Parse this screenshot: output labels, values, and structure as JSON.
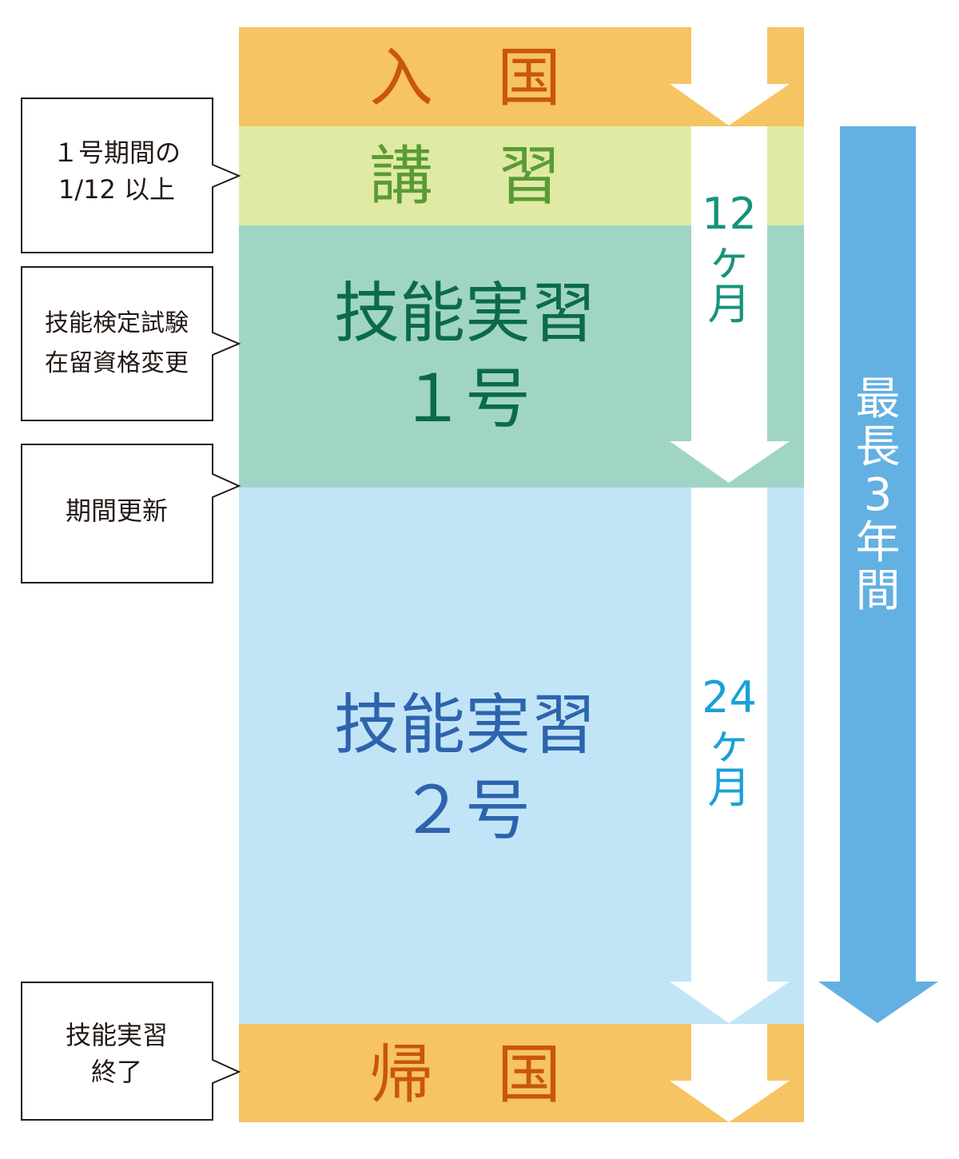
{
  "stages": {
    "entry": {
      "label": "入　国",
      "color": "#f6c462",
      "text_color": "#c9560c"
    },
    "lecture": {
      "label": "講　習",
      "color": "#e0eaa5",
      "text_color": "#5a9b35"
    },
    "intern1": {
      "label": "技能実習\n１号",
      "color": "#a0d5c6",
      "text_color": "#0c6a4a"
    },
    "intern2": {
      "label": "技能実習\n２号",
      "color": "#c1e5f7",
      "text_color": "#2e63ad"
    },
    "return": {
      "label": "帰　国",
      "color": "#f6c462",
      "text_color": "#c9560c"
    }
  },
  "durations": {
    "phase1": {
      "label": "12\nヶ\n月",
      "color": "#16937a"
    },
    "phase2": {
      "label": "24\nヶ\n月",
      "color": "#1aa0d8"
    }
  },
  "callouts": {
    "lecture_note": "１号期間の\n1/12 以上",
    "exam_note": "技能検定試験\n在留資格変更",
    "renewal_note": "期間更新",
    "end_note": "技能実習\n終了"
  },
  "total": {
    "label": "最\n長\n3\n年\n間",
    "color": "#63b0e2"
  }
}
